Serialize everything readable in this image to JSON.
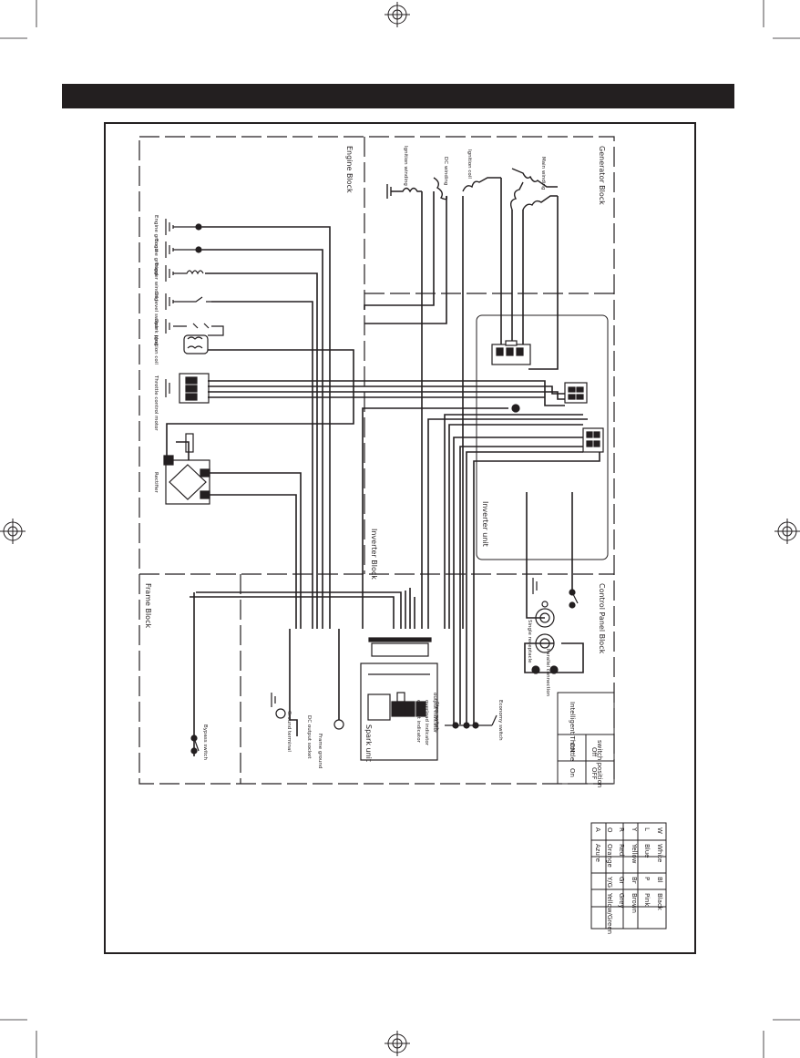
{
  "blocks": {
    "engine": "Engine Block",
    "generator": "Generator Block",
    "inverter": "Inverter Block",
    "frame": "Frame Block",
    "control_panel": "Control Panel Block",
    "inverter_unit": "Inverter unit",
    "spark_unit": "Spark unit"
  },
  "labels": {
    "engine_ground_1": "Engine ground",
    "engine_ground_2": "Engine ground",
    "trigger_winding": "Trigger winding",
    "oil_level_switch": "Oil level switch",
    "spark_plug": "Spark plug",
    "ignition_coil": "Ignition coil",
    "throttle_control_motor": "Throttle control motor",
    "rectifier": "Rectifier",
    "ignition_winding": "Ignition winding",
    "dc_winding": "DC winding",
    "ignition_coil_gen": "Ignition coil",
    "main_winding": "Main winding",
    "bypass_switch": "Bypass switch",
    "ground_terminal": "Ground terminal",
    "dc_output_socket": "DC output socket",
    "frame_ground": "Frame ground",
    "output_indicator": "output indicator",
    "overload_indicator": "overload indicator",
    "oil_alert_indicator": "oil alert indicator",
    "economy_switch": "Economy switch",
    "parallel_connection": "Parallel connection",
    "stop_switch": "Stop switch",
    "single_receptacle": "Single receptacle"
  },
  "switch_table": {
    "title": "Intelligent Throttle",
    "header_left": "switch position",
    "rows": [
      {
        "pos": "ON",
        "state": "On"
      },
      {
        "pos": "OFF",
        "state": "Off"
      }
    ]
  },
  "color_table": {
    "rows": [
      [
        "W",
        "White",
        "Bl",
        "Black"
      ],
      [
        "L",
        "Blue",
        "P",
        "Pink"
      ],
      [
        "Y",
        "Yellow",
        "Br",
        "Brown"
      ],
      [
        "R",
        "Red",
        "Gr",
        "Grey"
      ],
      [
        "O",
        "Orange",
        "Y/G",
        "Yellow/Green"
      ],
      [
        "A",
        "Azure",
        "",
        ""
      ]
    ]
  }
}
